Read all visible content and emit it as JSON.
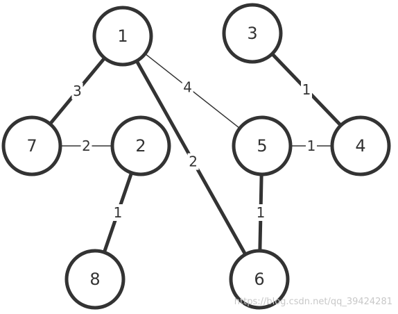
{
  "graph": {
    "nodes": [
      {
        "id": "1",
        "label": "1"
      },
      {
        "id": "3",
        "label": "3"
      },
      {
        "id": "7",
        "label": "7"
      },
      {
        "id": "2",
        "label": "2"
      },
      {
        "id": "5",
        "label": "5"
      },
      {
        "id": "4",
        "label": "4"
      },
      {
        "id": "8",
        "label": "8"
      },
      {
        "id": "6",
        "label": "6"
      }
    ],
    "edges": [
      {
        "from": "1",
        "to": "7",
        "label": "3",
        "highlighted": true
      },
      {
        "from": "1",
        "to": "5",
        "label": "4",
        "highlighted": false
      },
      {
        "from": "1",
        "to": "6",
        "label": "2",
        "highlighted": true
      },
      {
        "from": "3",
        "to": "4",
        "label": "1",
        "highlighted": true
      },
      {
        "from": "7",
        "to": "2",
        "label": "2",
        "highlighted": false
      },
      {
        "from": "5",
        "to": "4",
        "label": "1",
        "highlighted": false
      },
      {
        "from": "2",
        "to": "8",
        "label": "1",
        "highlighted": true
      },
      {
        "from": "5",
        "to": "6",
        "label": "1",
        "highlighted": true
      }
    ]
  },
  "watermark": "https://blog.csdn.net/qq_39424281"
}
